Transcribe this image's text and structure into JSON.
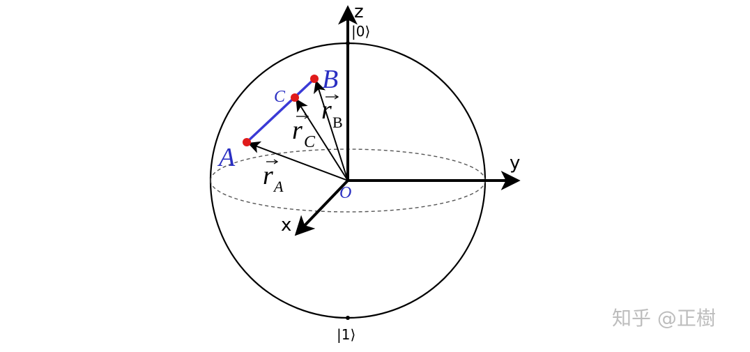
{
  "axes": {
    "z_label": "z",
    "y_label": "y",
    "x_label": "x"
  },
  "kets": {
    "zero": "|0⟩",
    "one": "|1⟩"
  },
  "points": {
    "A": "A",
    "B": "B",
    "C": "C",
    "O": "O"
  },
  "vectors": {
    "rA": {
      "symbol": "r",
      "subscript": "A"
    },
    "rB": {
      "symbol": "r",
      "subscript": "B"
    },
    "rC": {
      "symbol": "r",
      "subscript": "C"
    }
  },
  "colors": {
    "segment": "#3a3ad6",
    "point": "#e01b1b",
    "label_blue": "#2a2fc2",
    "axis": "#000000",
    "watermark": "#bdbdbd"
  },
  "watermark": "知乎 @正樹"
}
